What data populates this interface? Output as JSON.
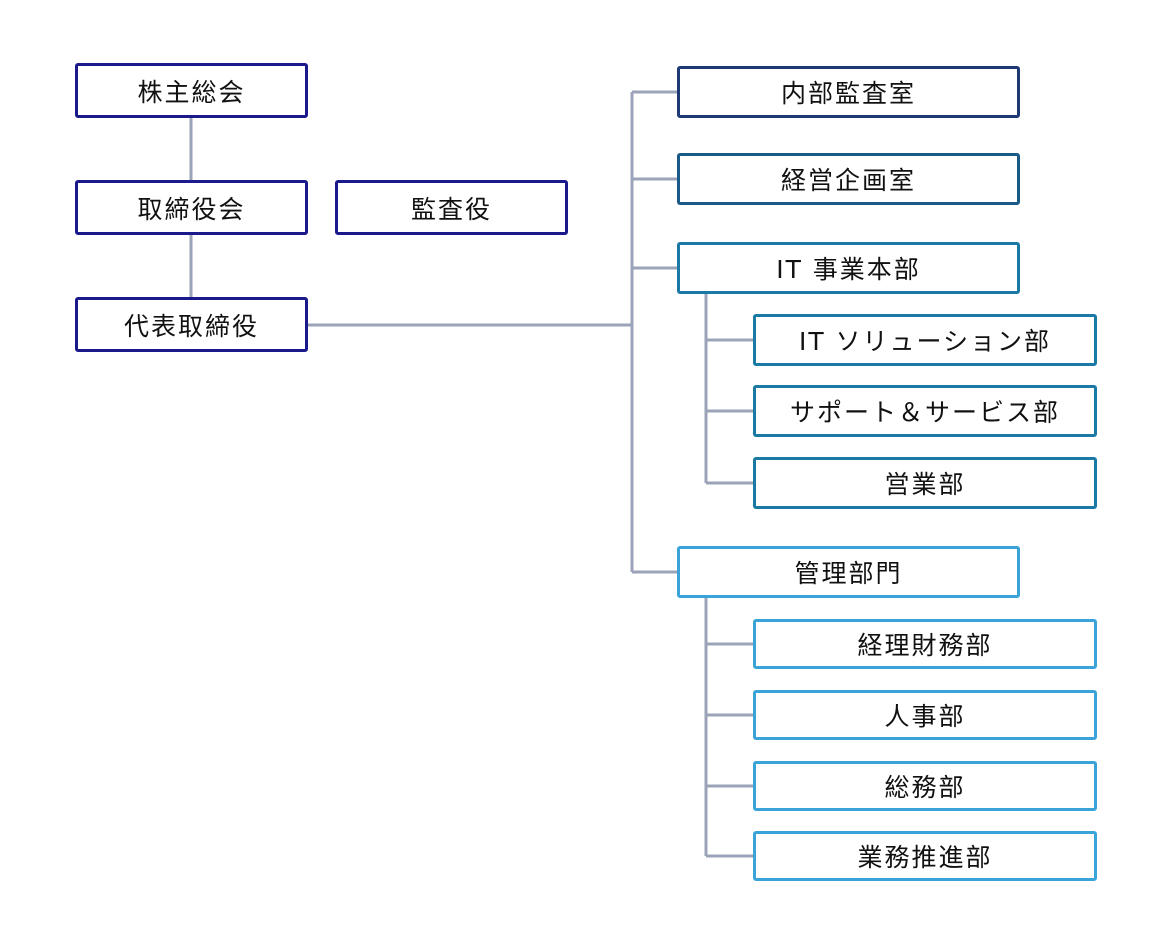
{
  "colors": {
    "line": "#9aa3b8",
    "navy": "#1a1a8c",
    "dark_blue": "#1d3a75",
    "steel_blue": "#1a5a88",
    "teal_blue": "#1a7aa5",
    "light_blue": "#3aa3d8",
    "text": "#111111"
  },
  "nodes": {
    "shareholders_meeting": "株主総会",
    "board_of_directors": "取締役会",
    "auditor": "監査役",
    "representative_director": "代表取締役",
    "internal_audit_office": "内部監査室",
    "corporate_planning_office": "経営企画室",
    "it_business_division": "IT 事業本部",
    "it_solutions_dept": "IT ソリューション部",
    "support_services_dept": "サポート＆サービス部",
    "sales_dept": "営業部",
    "administration_division": "管理部門",
    "accounting_finance_dept": "経理財務部",
    "hr_dept": "人事部",
    "general_affairs_dept": "総務部",
    "business_promotion_dept": "業務推進部"
  }
}
